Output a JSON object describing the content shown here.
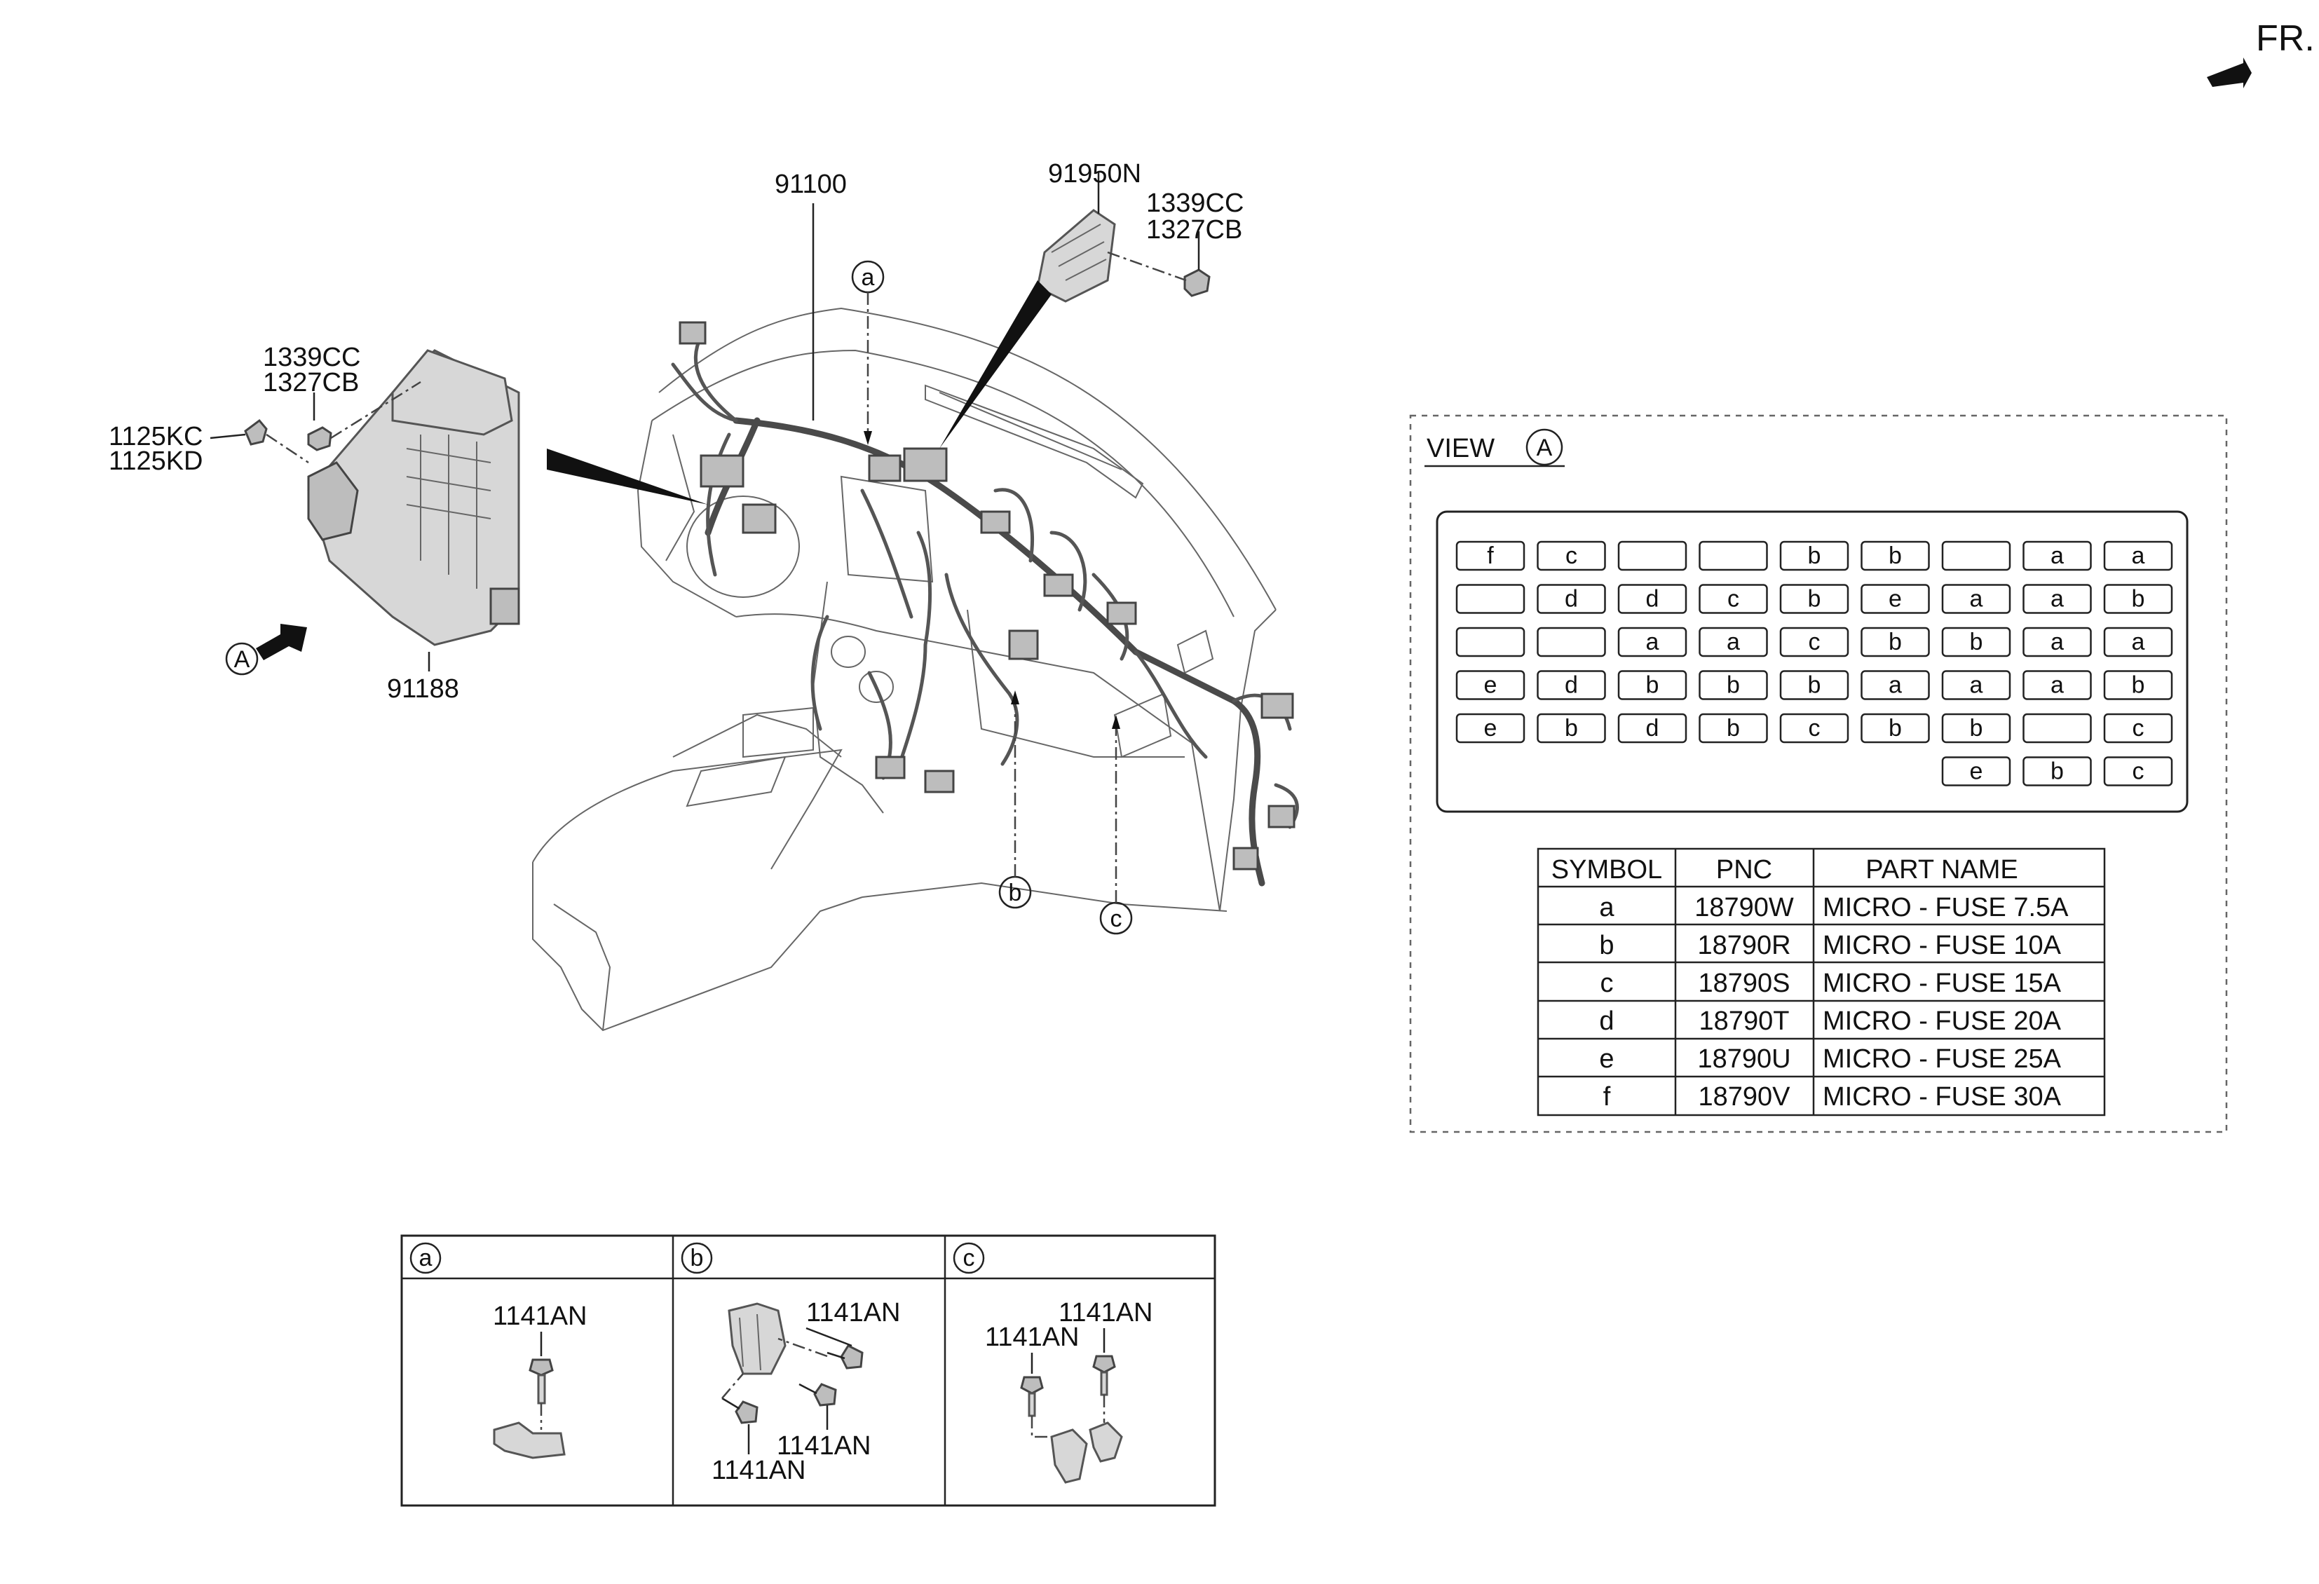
{
  "orientation": {
    "label": "FR."
  },
  "parts": {
    "harness": "91100",
    "module": "91950N",
    "module_screws": [
      "1339CC",
      "1327CB"
    ],
    "junction_box": "91188",
    "jb_screws": [
      "1339CC",
      "1327CB"
    ],
    "jb_bolts": [
      "1125KC",
      "1125KD"
    ]
  },
  "callouts": {
    "view_marker": "A",
    "a": "a",
    "b": "b",
    "c": "c"
  },
  "view": {
    "prefix": "VIEW",
    "marker": "A",
    "fuse_grid": [
      [
        "f",
        "c",
        "",
        "",
        "b",
        "b",
        "",
        "a",
        "a"
      ],
      [
        "",
        "d",
        "d",
        "c",
        "b",
        "e",
        "a",
        "a",
        "b"
      ],
      [
        "",
        "",
        "a",
        "a",
        "c",
        "b",
        "b",
        "a",
        "a"
      ],
      [
        "e",
        "d",
        "b",
        "b",
        "b",
        "a",
        "a",
        "a",
        "b"
      ],
      [
        "e",
        "b",
        "d",
        "b",
        "c",
        "b",
        "b",
        "",
        "c"
      ],
      [
        null,
        null,
        null,
        null,
        null,
        null,
        "e",
        "b",
        "c"
      ]
    ],
    "legend": {
      "headers": [
        "SYMBOL",
        "PNC",
        "PART NAME"
      ],
      "rows": [
        [
          "a",
          "18790W",
          "MICRO - FUSE 7.5A"
        ],
        [
          "b",
          "18790R",
          "MICRO - FUSE 10A"
        ],
        [
          "c",
          "18790S",
          "MICRO - FUSE 15A"
        ],
        [
          "d",
          "18790T",
          "MICRO - FUSE 20A"
        ],
        [
          "e",
          "18790U",
          "MICRO - FUSE 25A"
        ],
        [
          "f",
          "18790V",
          "MICRO - FUSE 30A"
        ]
      ]
    }
  },
  "details": [
    {
      "tag": "a",
      "labels": [
        "1141AN"
      ]
    },
    {
      "tag": "b",
      "labels": [
        "1141AN",
        "1141AN",
        "1141AN"
      ]
    },
    {
      "tag": "c",
      "labels": [
        "1141AN",
        "1141AN"
      ]
    }
  ]
}
